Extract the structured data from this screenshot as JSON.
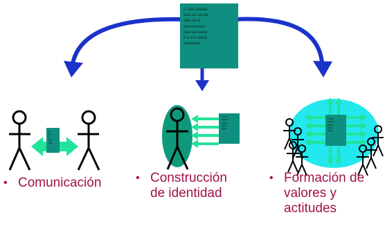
{
  "top_document": {
    "text": "A aaa aaaaa\naaa aa aa aa\naaa aa a\naaaaaaaaa\naaa aa aaaa\na a a a  aaaa\naaaaaaa"
  },
  "mini_documents": {
    "comunicacion": "a\naa\na\naa\naaa",
    "identidad": "A aaa\naaa aa\naaa a\naa aa\naaaa",
    "formacion": "A aaa\naaa aa\naaa a\naa aa\naaaa"
  },
  "captions": [
    {
      "bullet": "•",
      "lines": [
        "Comunicación"
      ]
    },
    {
      "bullet": "•",
      "lines": [
        "Construcción",
        "de identidad"
      ]
    },
    {
      "bullet": "•",
      "lines": [
        "Formación de",
        "valores y",
        "actitudes"
      ]
    }
  ],
  "colors": {
    "arrow_blue": "#1a33c8",
    "doc_teal": "#0e8f7f",
    "green": "#22e39a",
    "cyan": "#23e8ee",
    "caption": "#a0104a",
    "figure": "#000000"
  }
}
